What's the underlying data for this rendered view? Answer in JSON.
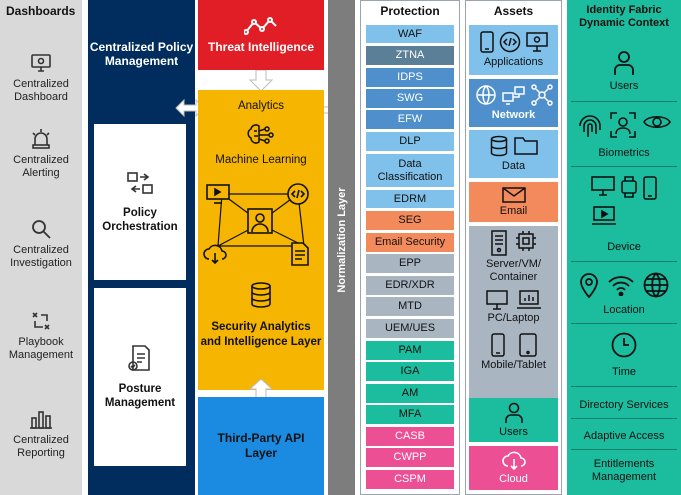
{
  "dashboards": {
    "title": "Dashboards",
    "items": [
      {
        "label": "Centralized Dashboard",
        "icon": "monitor-settings-icon"
      },
      {
        "label": "Centralized Alerting",
        "icon": "alarm-light-icon"
      },
      {
        "label": "Centralized Investigation",
        "icon": "magnifier-icon"
      },
      {
        "label": "Playbook Management",
        "icon": "playbook-icon"
      },
      {
        "label": "Centralized Reporting",
        "icon": "bar-chart-icon"
      }
    ]
  },
  "policy": {
    "title": "Centralized Policy Management",
    "orchestration": "Policy Orchestration",
    "posture": "Posture Management"
  },
  "analytics": {
    "threat_intel": "Threat Intelligence",
    "analytics_label": "Analytics",
    "ml_label": "Machine Learning",
    "layer_title": "Security Analytics and Intelligence Layer",
    "api_layer": "Third-Party API Layer"
  },
  "normalization": {
    "label": "Normalization Layer"
  },
  "protection": {
    "title": "Protection",
    "items": [
      {
        "label": "WAF",
        "color": "#7fc1ea"
      },
      {
        "label": "ZTNA",
        "color": "#5b7f96"
      },
      {
        "label": "IDPS",
        "color": "#4f90cc"
      },
      {
        "label": "SWG",
        "color": "#4f90cc"
      },
      {
        "label": "EFW",
        "color": "#4f90cc"
      },
      {
        "label": "DLP",
        "color": "#7fc1ea"
      },
      {
        "label": "Data Classification",
        "color": "#7fc1ea"
      },
      {
        "label": "EDRM",
        "color": "#7fc1ea"
      },
      {
        "label": "SEG",
        "color": "#f28a5c"
      },
      {
        "label": "Email Security",
        "color": "#f28a5c"
      },
      {
        "label": "EPP",
        "color": "#a9b6c2"
      },
      {
        "label": "EDR/XDR",
        "color": "#a9b6c2"
      },
      {
        "label": "MTD",
        "color": "#a9b6c2"
      },
      {
        "label": "UEM/UES",
        "color": "#a9b6c2"
      },
      {
        "label": "PAM",
        "color": "#1cbd9e"
      },
      {
        "label": "IGA",
        "color": "#1cbd9e"
      },
      {
        "label": "AM",
        "color": "#1cbd9e"
      },
      {
        "label": "MFA",
        "color": "#1cbd9e"
      },
      {
        "label": "CASB",
        "color": "#ec4f93"
      },
      {
        "label": "CWPP",
        "color": "#ec4f93"
      },
      {
        "label": "CSPM",
        "color": "#ec4f93"
      }
    ]
  },
  "assets": {
    "title": "Assets",
    "applications": "Applications",
    "network": "Network",
    "data": "Data",
    "email": "Email",
    "server": "Server/VM/ Container",
    "pc": "PC/Laptop",
    "mobile": "Mobile/Tablet",
    "users": "Users",
    "cloud": "Cloud"
  },
  "identity": {
    "title": "Identity Fabric Dynamic Context",
    "users": "Users",
    "biometrics": "Biometrics",
    "device": "Device",
    "location": "Location",
    "time": "Time",
    "directory": "Directory Services",
    "adaptive": "Adaptive Access",
    "entitlements": "Entitlements Management"
  },
  "colors": {
    "dashboards_bg": "#d9d9d9",
    "policy_bg": "#002d5d",
    "threat_red": "#e11e26",
    "analytics_yellow": "#f5b500",
    "api_blue": "#1a8be0",
    "normalization_gray": "#7d7d7d",
    "identity_teal": "#1cbd9e"
  }
}
